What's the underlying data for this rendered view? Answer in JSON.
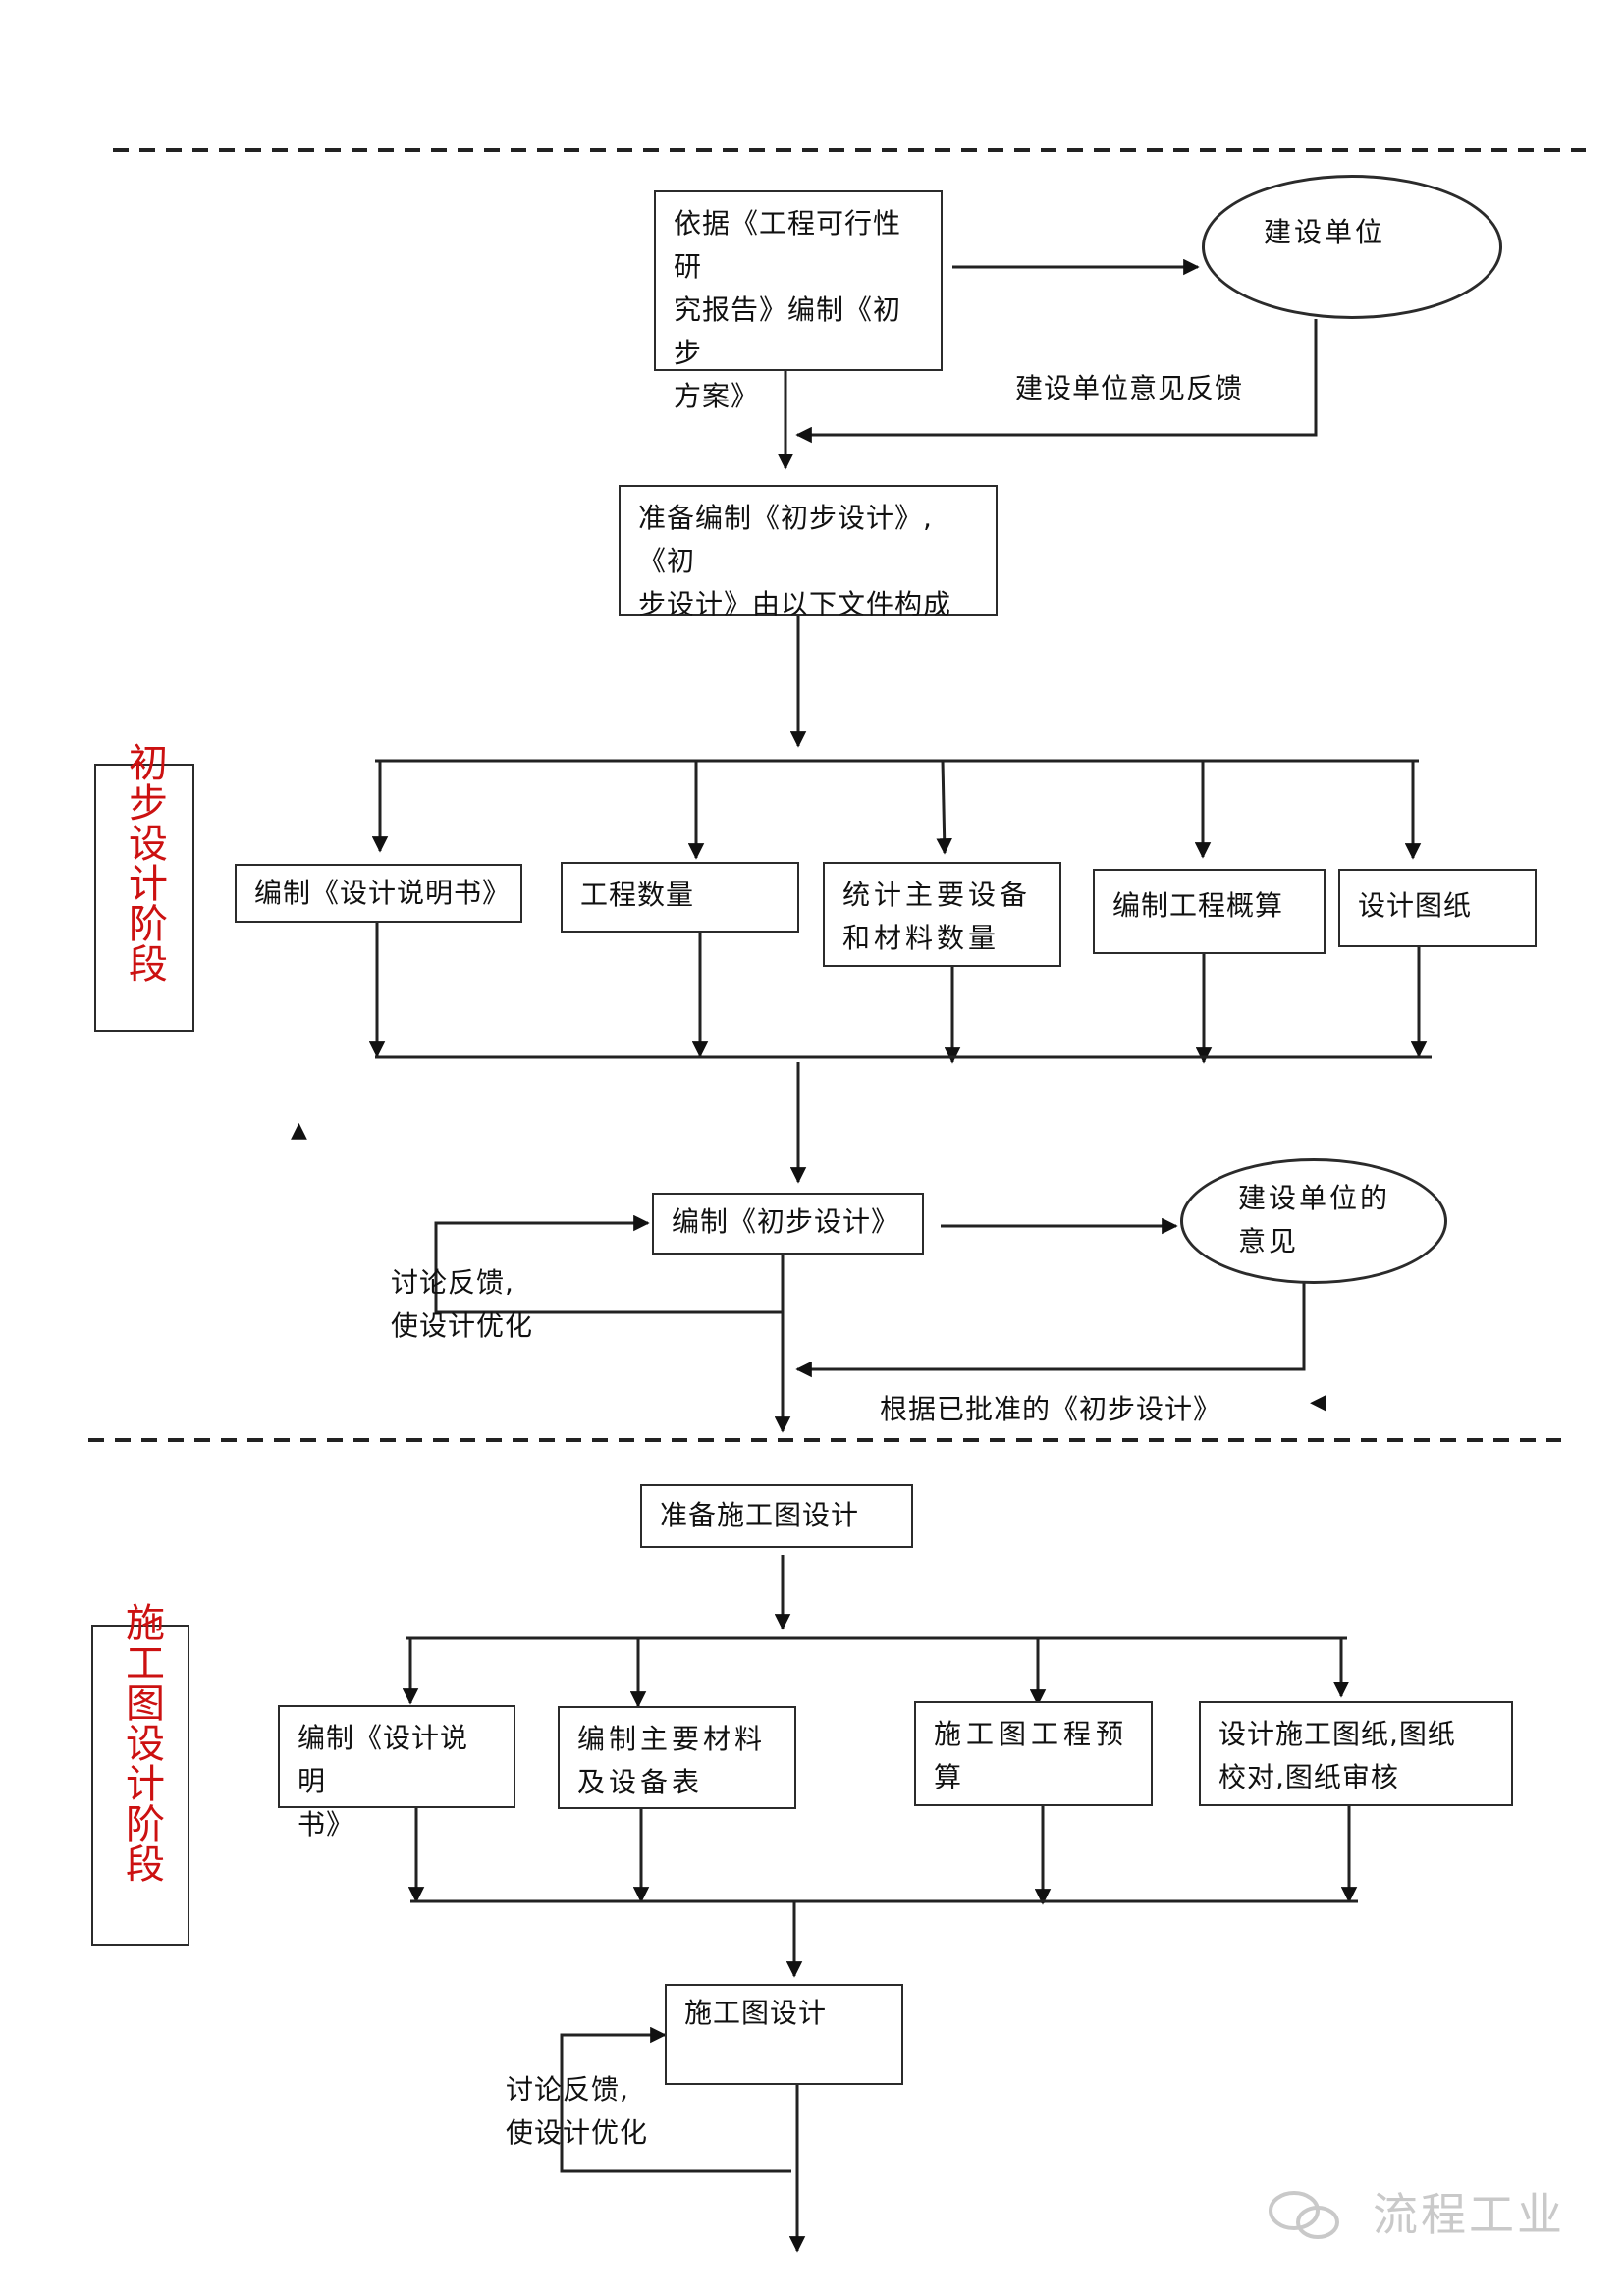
{
  "stage1": {
    "label": "初步设计阶段"
  },
  "stage2": {
    "label": "施工图设计阶段"
  },
  "prelim": {
    "start_box": "依据《工程可行性研\n究报告》编制《初步\n方案》",
    "client": "建设单位",
    "client_feedback": "建设单位意见反馈",
    "prepare_box": "准备编制《初步设计》,《初\n步设计》由以下文件构成",
    "docs": [
      "编制《设计说明书》",
      "工程数量",
      "统计主要设备\n和材料数量",
      "编制工程概算",
      "设计图纸"
    ],
    "compile_box": "编制《初步设计》",
    "client_opinion": "建设单位的\n意见",
    "discuss": "讨论反馈,\n使设计优化",
    "approved": "根据已批准的《初步设计》"
  },
  "construction": {
    "prepare_box": "准备施工图设计",
    "docs": [
      "编制《设计说明\n书》",
      "编制主要材料\n及设备表",
      "施工图工程预\n算",
      "设计施工图纸,图纸\n校对,图纸审核"
    ],
    "design_box": "施工图设计",
    "discuss": "讨论反馈,\n使设计优化"
  },
  "watermark": "流程工业"
}
